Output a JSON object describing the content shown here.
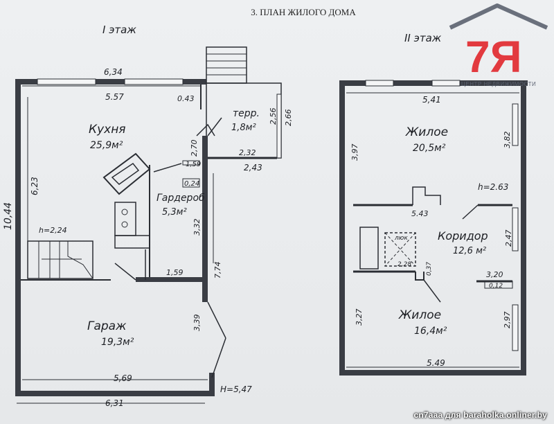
{
  "header": {
    "title": "3. ПЛАН ЖИЛОГО ДОМА"
  },
  "floor1": {
    "label": "I этаж",
    "overall_width_top": "6,34",
    "overall_width_bottom": "6,31",
    "overall_height": "10,44",
    "rooms": {
      "kitchen": {
        "name": "Кухня",
        "area": "25,9м²"
      },
      "wardrobe": {
        "name": "Гардероб",
        "area": "5,3м²"
      },
      "terrace": {
        "name": "терр.",
        "area": "1,8м²"
      },
      "garage": {
        "name": "Гараж",
        "area": "19,3м²"
      }
    },
    "dims": {
      "d557": "5.57",
      "d043": "0.43",
      "d623": "6,23",
      "d270": "2,70",
      "d232": "2,32",
      "d243": "2,43",
      "d256": "2,56",
      "d266": "2,66",
      "d159a": "1,59",
      "d024": "0,24",
      "d332": "3,32",
      "d774": "7,74",
      "d159b": "1,59",
      "d339": "3,39",
      "d569": "5,69",
      "h224": "h=2,24",
      "h547": "H=5,47"
    }
  },
  "floor2": {
    "label": "II этаж",
    "rooms": {
      "living1": {
        "name": "Жилое",
        "area": "20,5м²"
      },
      "corridor": {
        "name": "Коридор",
        "area": "12,6 м²"
      },
      "living2": {
        "name": "Жилое",
        "area": "16,4м²"
      },
      "hatch": {
        "name": "люк"
      }
    },
    "dims": {
      "d541": "5,41",
      "d397": "3,97",
      "d382": "3,82",
      "h263": "h=2.63",
      "d543": "5.43",
      "d247": "2,47",
      "d228": "2,28",
      "d037": "0,37",
      "d320": "3,20",
      "d012": "0,12",
      "d327": "3,27",
      "d297": "2,97",
      "d549": "5.49"
    }
  },
  "logo": {
    "mark": "7Я",
    "caption": "ЦЕНТР НЕДВИЖИМОСТИ",
    "brand_color": "#e23a3f"
  },
  "watermark": "cn7aaa для baraholka.onliner.by"
}
